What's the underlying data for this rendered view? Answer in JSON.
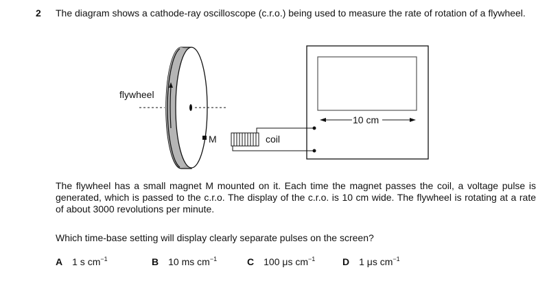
{
  "question_number": "2",
  "stem": "The diagram shows a cathode-ray oscilloscope (c.r.o.) being used to measure the rate of rotation of a flywheel.",
  "diagram": {
    "flywheel_label": "flywheel",
    "magnet_label": "M",
    "coil_label": "coil",
    "screen_width_label": "10 cm"
  },
  "paragraph": "The flywheel has a small magnet M mounted on it. Each time the magnet passes the coil, a voltage pulse is generated, which is passed to the c.r.o. The display of the c.r.o. is 10 cm wide. The flywheel is rotating at a rate of about 3000 revolutions per minute.",
  "question": "Which time-base setting will display clearly separate pulses on the screen?",
  "options": [
    {
      "letter": "A",
      "value": "1 s cm",
      "exp": "−1"
    },
    {
      "letter": "B",
      "value": "10 ms cm",
      "exp": "−1"
    },
    {
      "letter": "C",
      "value": "100 μs cm",
      "exp": "−1"
    },
    {
      "letter": "D",
      "value": "1 μs cm",
      "exp": "−1"
    }
  ]
}
